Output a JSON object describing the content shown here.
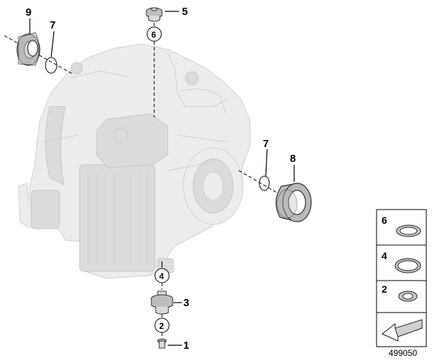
{
  "callouts": {
    "c1": "1",
    "c2": "2",
    "c3": "3",
    "c4": "4",
    "c5": "5",
    "c6": "6",
    "c7a": "7",
    "c7b": "7",
    "c8": "8",
    "c9": "9"
  },
  "panel": {
    "items": [
      {
        "label": "6",
        "icon": "o-ring-icon"
      },
      {
        "label": "4",
        "icon": "o-ring-icon"
      },
      {
        "label": "2",
        "icon": "o-ring-icon"
      }
    ],
    "arrow_icon": "arrow-down-left-icon"
  },
  "document_number": "499050"
}
